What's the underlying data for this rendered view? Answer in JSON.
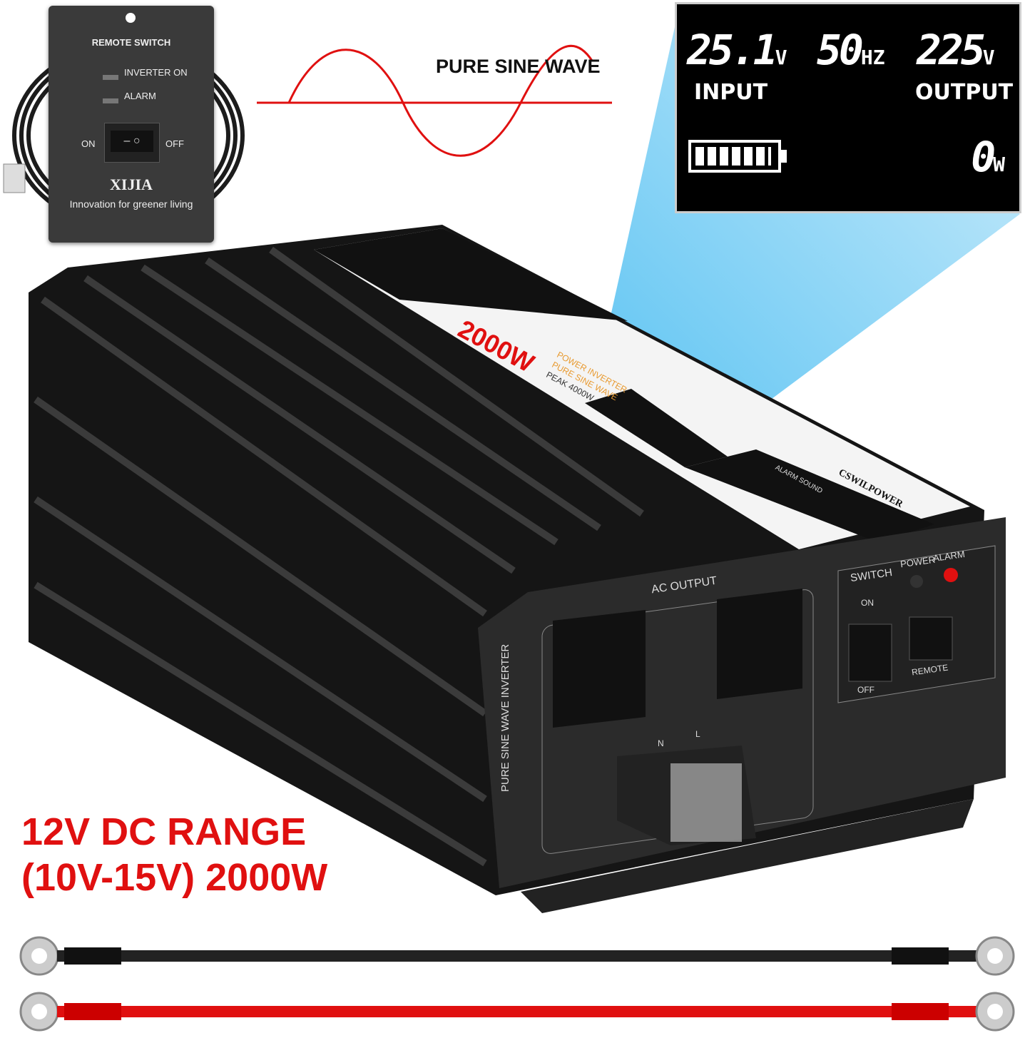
{
  "remote": {
    "title": "REMOTE SWITCH",
    "indicators": [
      "INVERTER ON",
      "ALARM"
    ],
    "switch_on": "ON",
    "switch_off": "OFF",
    "brand": "XIJIA",
    "tagline": "Innovation for greener living"
  },
  "wave_label": "PURE SINE WAVE",
  "lcd": {
    "input_voltage": "25.1",
    "input_unit": "V",
    "frequency": "50",
    "frequency_unit": "HZ",
    "output_voltage": "225",
    "output_unit": "V",
    "input_label": "INPUT",
    "output_label": "OUTPUT",
    "power": "0",
    "power_unit": "W",
    "battery_level": 1.0
  },
  "inverter": {
    "rating": "2000W",
    "line1": "POWER INVERTER",
    "line2": "PURE SINE WAVE",
    "peak": "PEAK 4000W",
    "brand": "CSWILPOWER",
    "alarm_table_title": "ALARM SOUND",
    "side_label": "PURE SINE WAVE INVERTER",
    "ac_output": "AC OUTPUT",
    "switch": "SWITCH",
    "on": "ON",
    "off": "OFF",
    "power": "POWER",
    "alarm": "ALARM",
    "remote": "REMOTE",
    "terminal_n": "N",
    "terminal_l": "L"
  },
  "headline": [
    "12V DC RANGE",
    "(10V-15V) 2000W"
  ],
  "colors": {
    "accent_red": "#e01010",
    "lcd_beam": "#3db8f0",
    "body": "#1a1a1a"
  }
}
